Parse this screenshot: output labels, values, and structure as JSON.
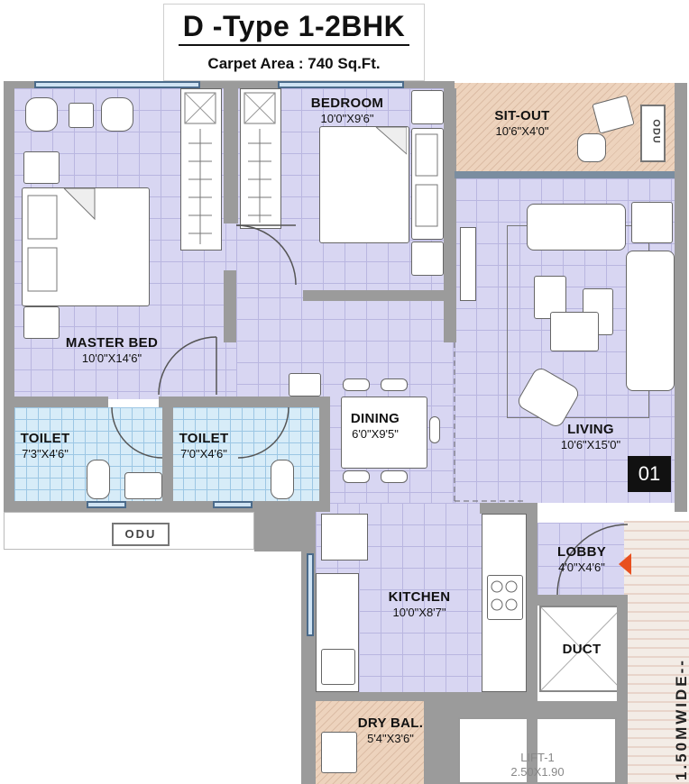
{
  "header": {
    "title": "D -Type 1-2BHK",
    "carpet_area": "Carpet Area : 740 Sq.Ft."
  },
  "rooms": {
    "master_bed": {
      "name": "MASTER BED",
      "dims": "10'0\"X14'6\""
    },
    "bedroom": {
      "name": "BEDROOM",
      "dims": "10'0\"X9'6\""
    },
    "sit_out": {
      "name": "SIT-OUT",
      "dims": "10'6\"X4'0\""
    },
    "living": {
      "name": "LIVING",
      "dims": "10'6\"X15'0\""
    },
    "dining": {
      "name": "DINING",
      "dims": "6'0\"X9'5\""
    },
    "toilet_1": {
      "name": "TOILET",
      "dims": "7'3\"X4'6\""
    },
    "toilet_2": {
      "name": "TOILET",
      "dims": "7'0\"X4'6\""
    },
    "kitchen": {
      "name": "KITCHEN",
      "dims": "10'0\"X8'7\""
    },
    "lobby": {
      "name": "LOBBY",
      "dims": "4'0\"X4'6\""
    },
    "duct": {
      "name": "DUCT"
    },
    "dry_bal": {
      "name": "DRY BAL.",
      "dims": "5'4\"X3'6\""
    },
    "lift": {
      "name": "LIFT-1",
      "dims": "2.50X1.90"
    }
  },
  "labels": {
    "odu_bottom": "ODU",
    "odu_sitout": "ODU",
    "unit_number": "01",
    "road": "1.50MWIDE--"
  },
  "colors": {
    "room_fill": "#d8d6f2",
    "toilet_fill": "#d7ecf8",
    "wood_fill": "#edd3bd",
    "wall": "#9b9b9b",
    "entry_arrow": "#e8501f"
  }
}
